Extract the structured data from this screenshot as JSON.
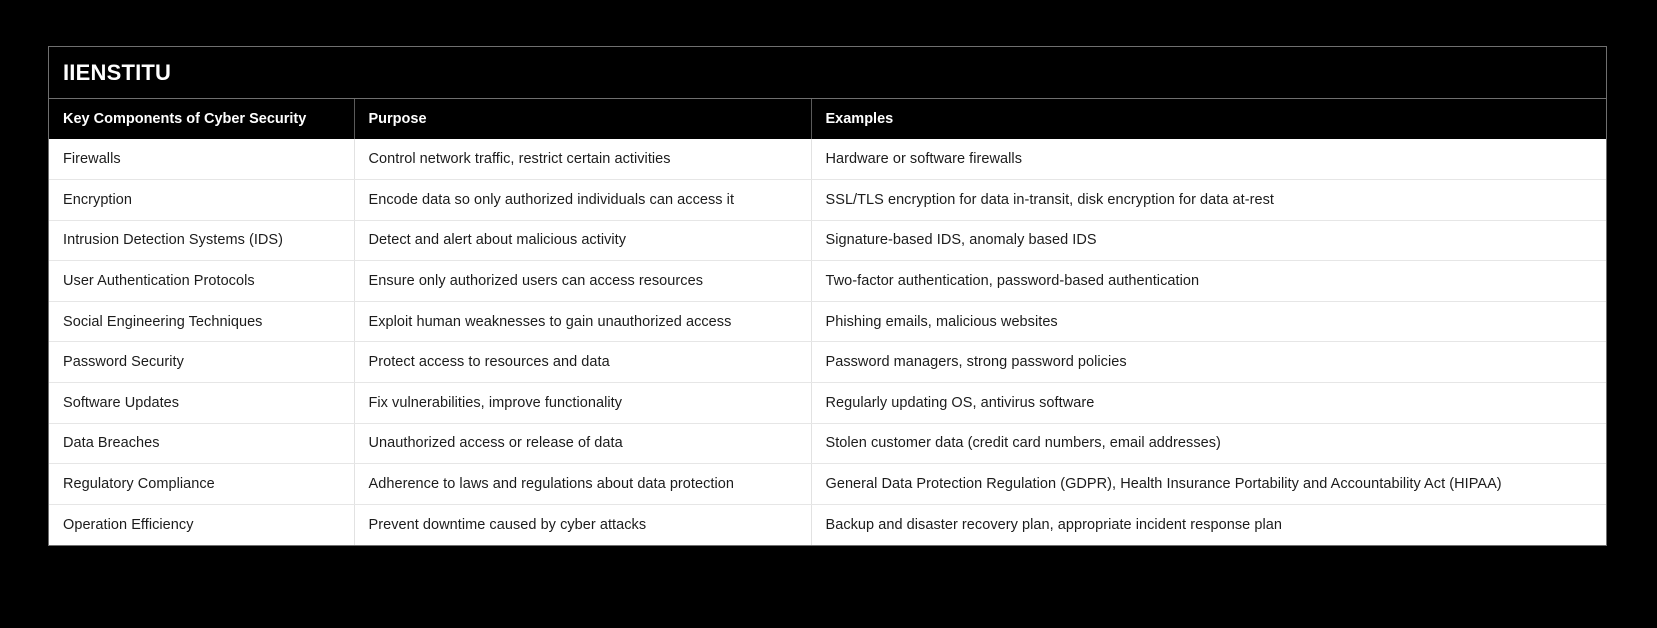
{
  "page": {
    "background_color": "#000000",
    "table_border_color": "#6f6f6f",
    "header_background": "#000000",
    "header_text_color": "#ffffff",
    "row_background": "#ffffff",
    "row_text_color": "#1c1c1c",
    "row_divider_color": "#e6e6e6"
  },
  "brand": {
    "logo_text": "IIENSTITU"
  },
  "chart_data": {
    "type": "table",
    "title": "IIENSTITU",
    "columns": [
      "Key Components of Cyber Security",
      "Purpose",
      "Examples"
    ],
    "rows": [
      [
        "Firewalls",
        "Control network traffic, restrict certain activities",
        "Hardware or software firewalls"
      ],
      [
        "Encryption",
        "Encode data so only authorized individuals can access it",
        "SSL/TLS encryption for data in-transit, disk encryption for data at-rest"
      ],
      [
        "Intrusion Detection Systems (IDS)",
        "Detect and alert about malicious activity",
        "Signature-based IDS, anomaly based IDS"
      ],
      [
        "User Authentication Protocols",
        "Ensure only authorized users can access resources",
        "Two-factor authentication, password-based authentication"
      ],
      [
        "Social Engineering Techniques",
        "Exploit human weaknesses to gain unauthorized access",
        "Phishing emails, malicious websites"
      ],
      [
        "Password Security",
        "Protect access to resources and data",
        "Password managers, strong password policies"
      ],
      [
        "Software Updates",
        "Fix vulnerabilities, improve functionality",
        "Regularly updating OS, antivirus software"
      ],
      [
        "Data Breaches",
        "Unauthorized access or release of data",
        "Stolen customer data (credit card numbers, email addresses)"
      ],
      [
        "Regulatory Compliance",
        "Adherence to laws and regulations about data protection",
        "General Data Protection Regulation (GDPR), Health Insurance Portability and Accountability Act (HIPAA)"
      ],
      [
        "Operation Efficiency",
        "Prevent downtime caused by cyber attacks",
        "Backup and disaster recovery plan, appropriate incident response plan"
      ]
    ]
  }
}
